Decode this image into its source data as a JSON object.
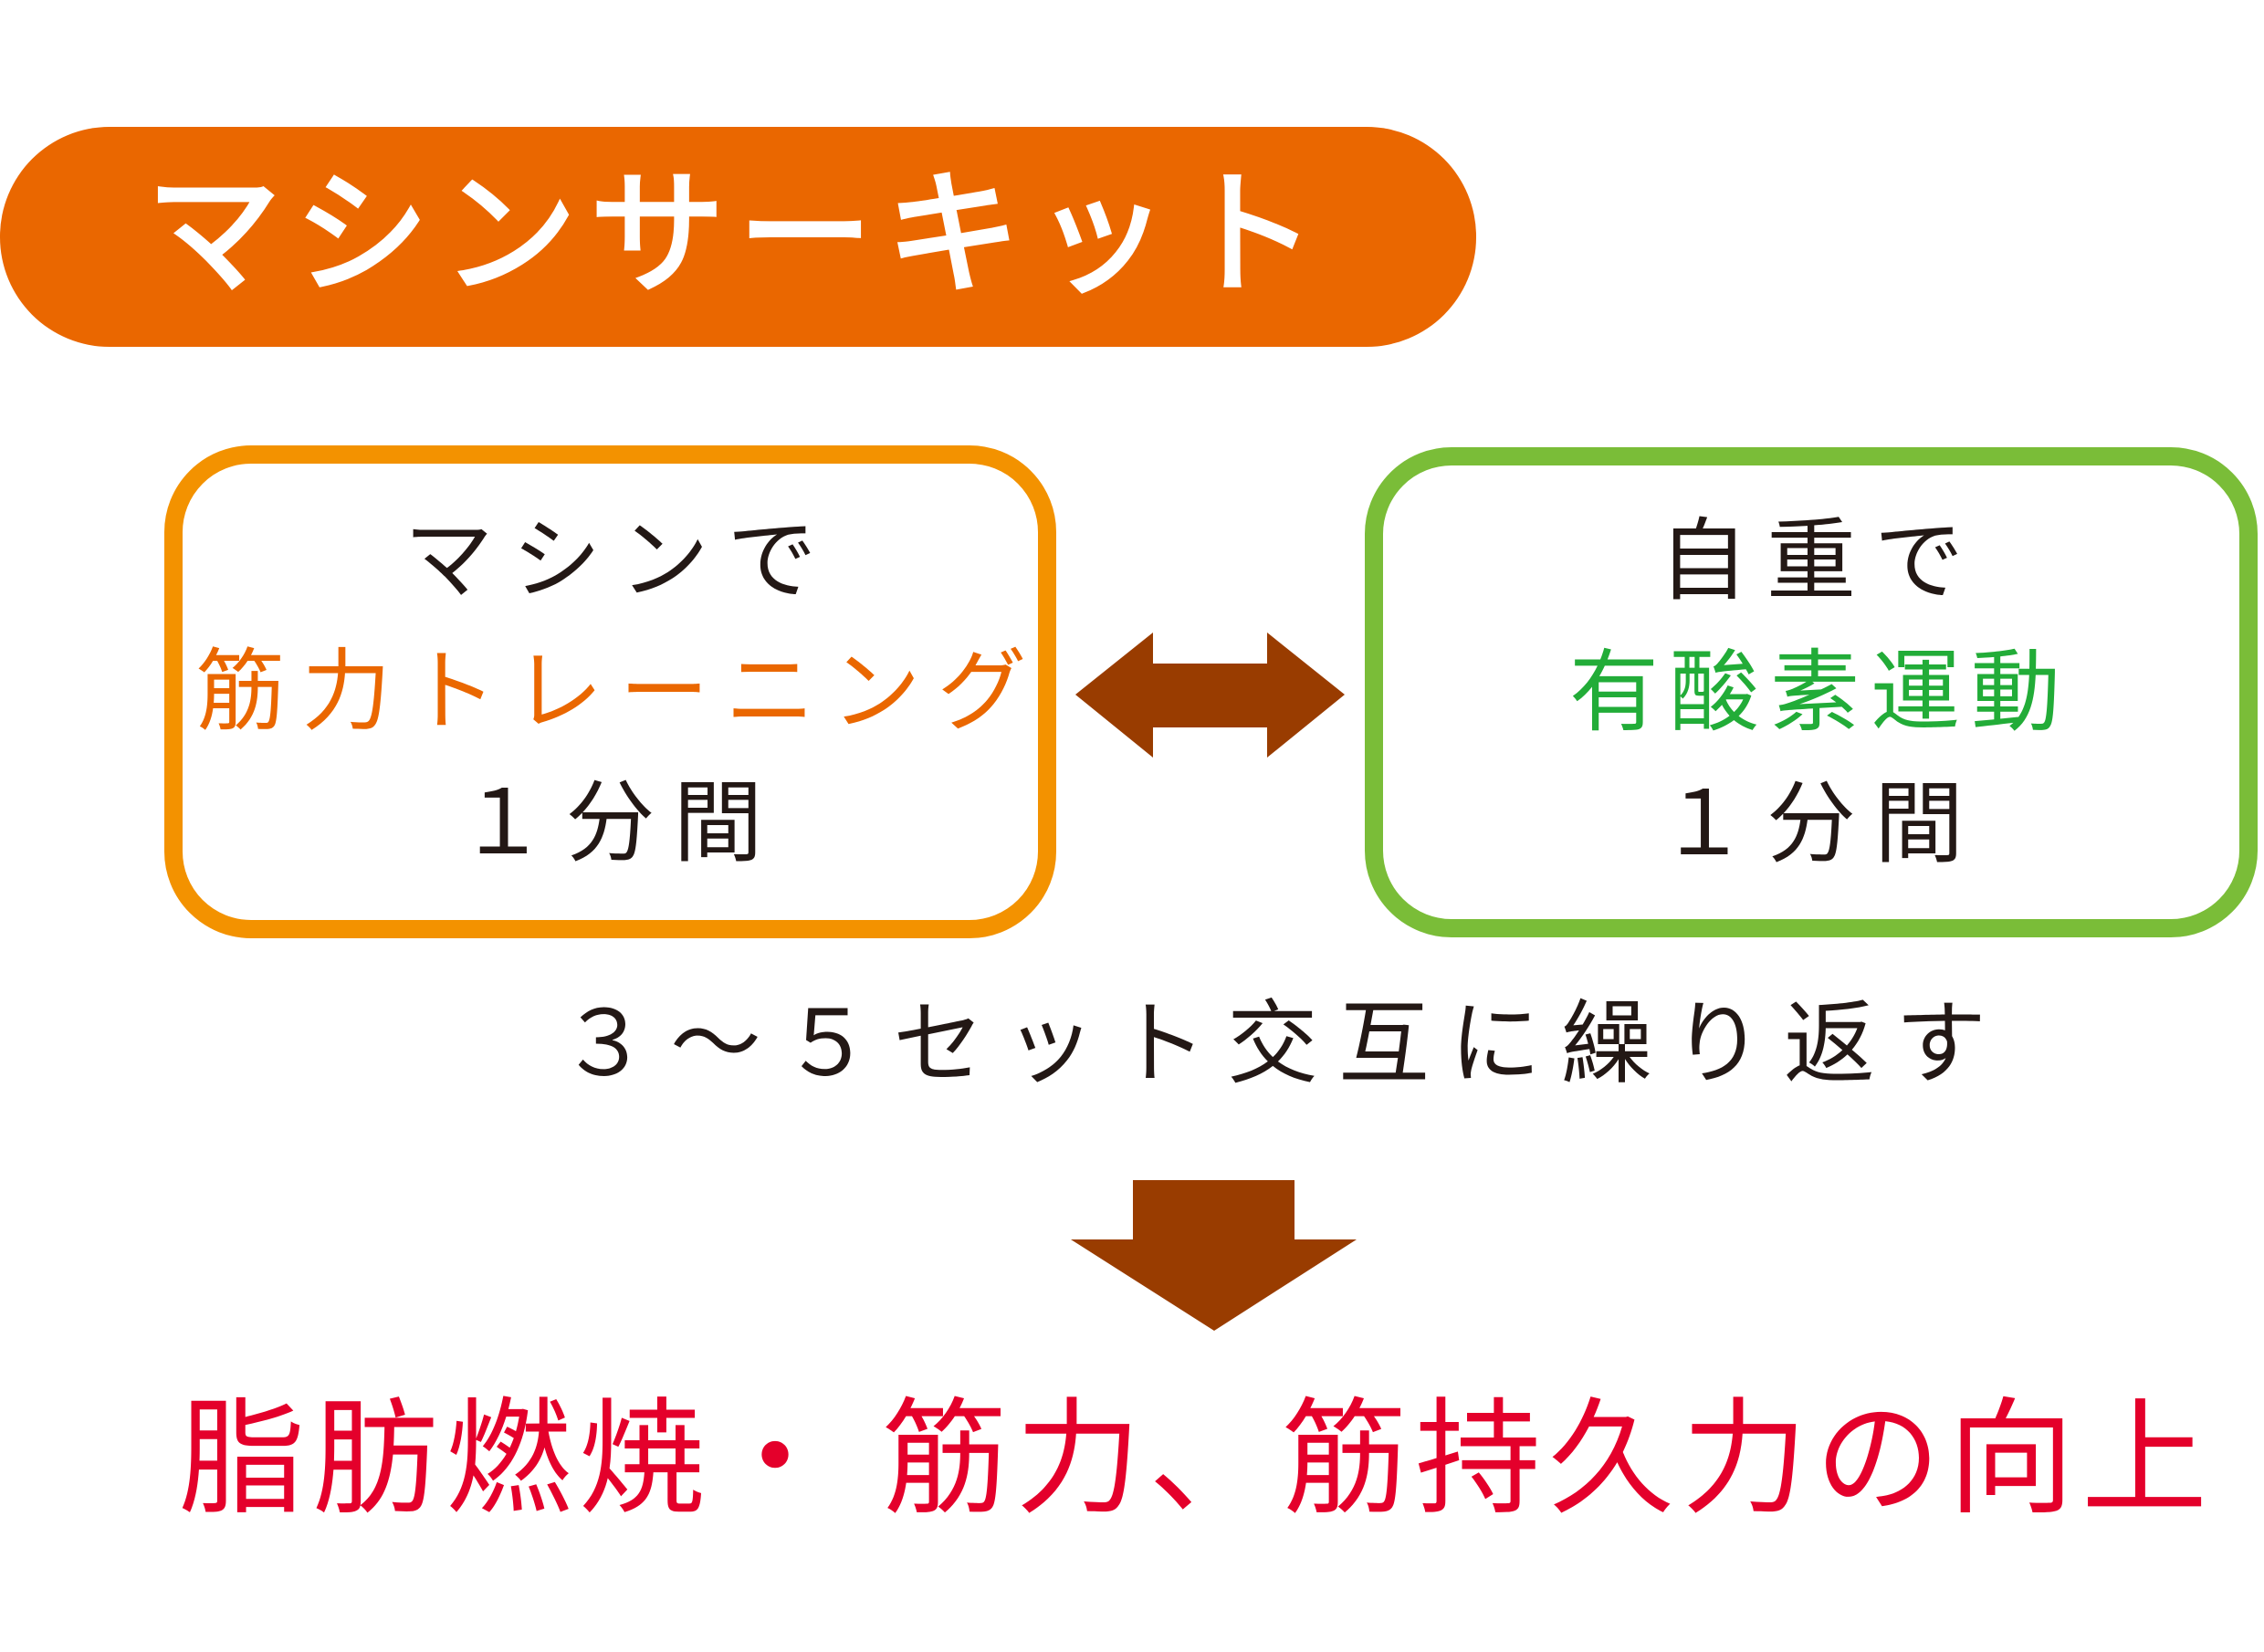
{
  "title": {
    "text": "マシンサーキット",
    "background_color": "#EA6700",
    "text_color": "#FFFFFF"
  },
  "left_box": {
    "border_color": "#F39200",
    "line1": "マシンで",
    "line2": "筋力トレーニング",
    "line2_color": "#EA6700",
    "line3": "１分間"
  },
  "right_box": {
    "border_color": "#7ABD38",
    "line1": "自重で",
    "line2": "有酸素運動",
    "line2_color": "#22AC38",
    "line3": "１分間"
  },
  "connector": {
    "icon": "double-arrow-icon",
    "color": "#993C00"
  },
  "repeat_instruction": "３～５セット交互に繰り返す",
  "down_arrow": {
    "icon": "down-arrow-icon",
    "color": "#993C00"
  },
  "result": {
    "part1": "脂肪燃焼・",
    "part2": "筋力、筋持久力の向上",
    "color": "#E4002B"
  }
}
